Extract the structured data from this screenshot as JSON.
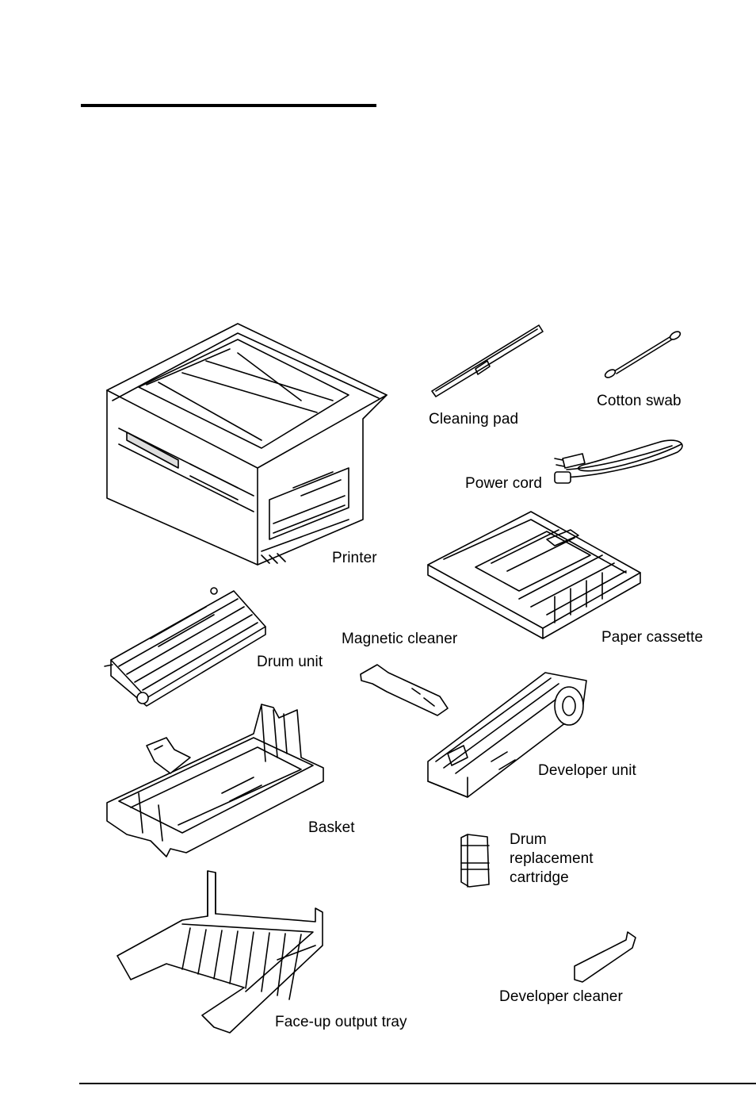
{
  "labels": {
    "cleaning_pad": "Cleaning pad",
    "cotton_swab": "Cotton swab",
    "power_cord": "Power cord",
    "printer": "Printer",
    "paper_cassette": "Paper cassette",
    "magnetic_cleaner": "Magnetic cleaner",
    "drum_unit": "Drum unit",
    "developer_unit": "Developer unit",
    "basket": "Basket",
    "drum_replacement_cartridge": [
      "Drum",
      "replacement",
      "cartridge"
    ],
    "developer_cleaner": "Developer cleaner",
    "face_up_output_tray": "Face-up output tray"
  }
}
